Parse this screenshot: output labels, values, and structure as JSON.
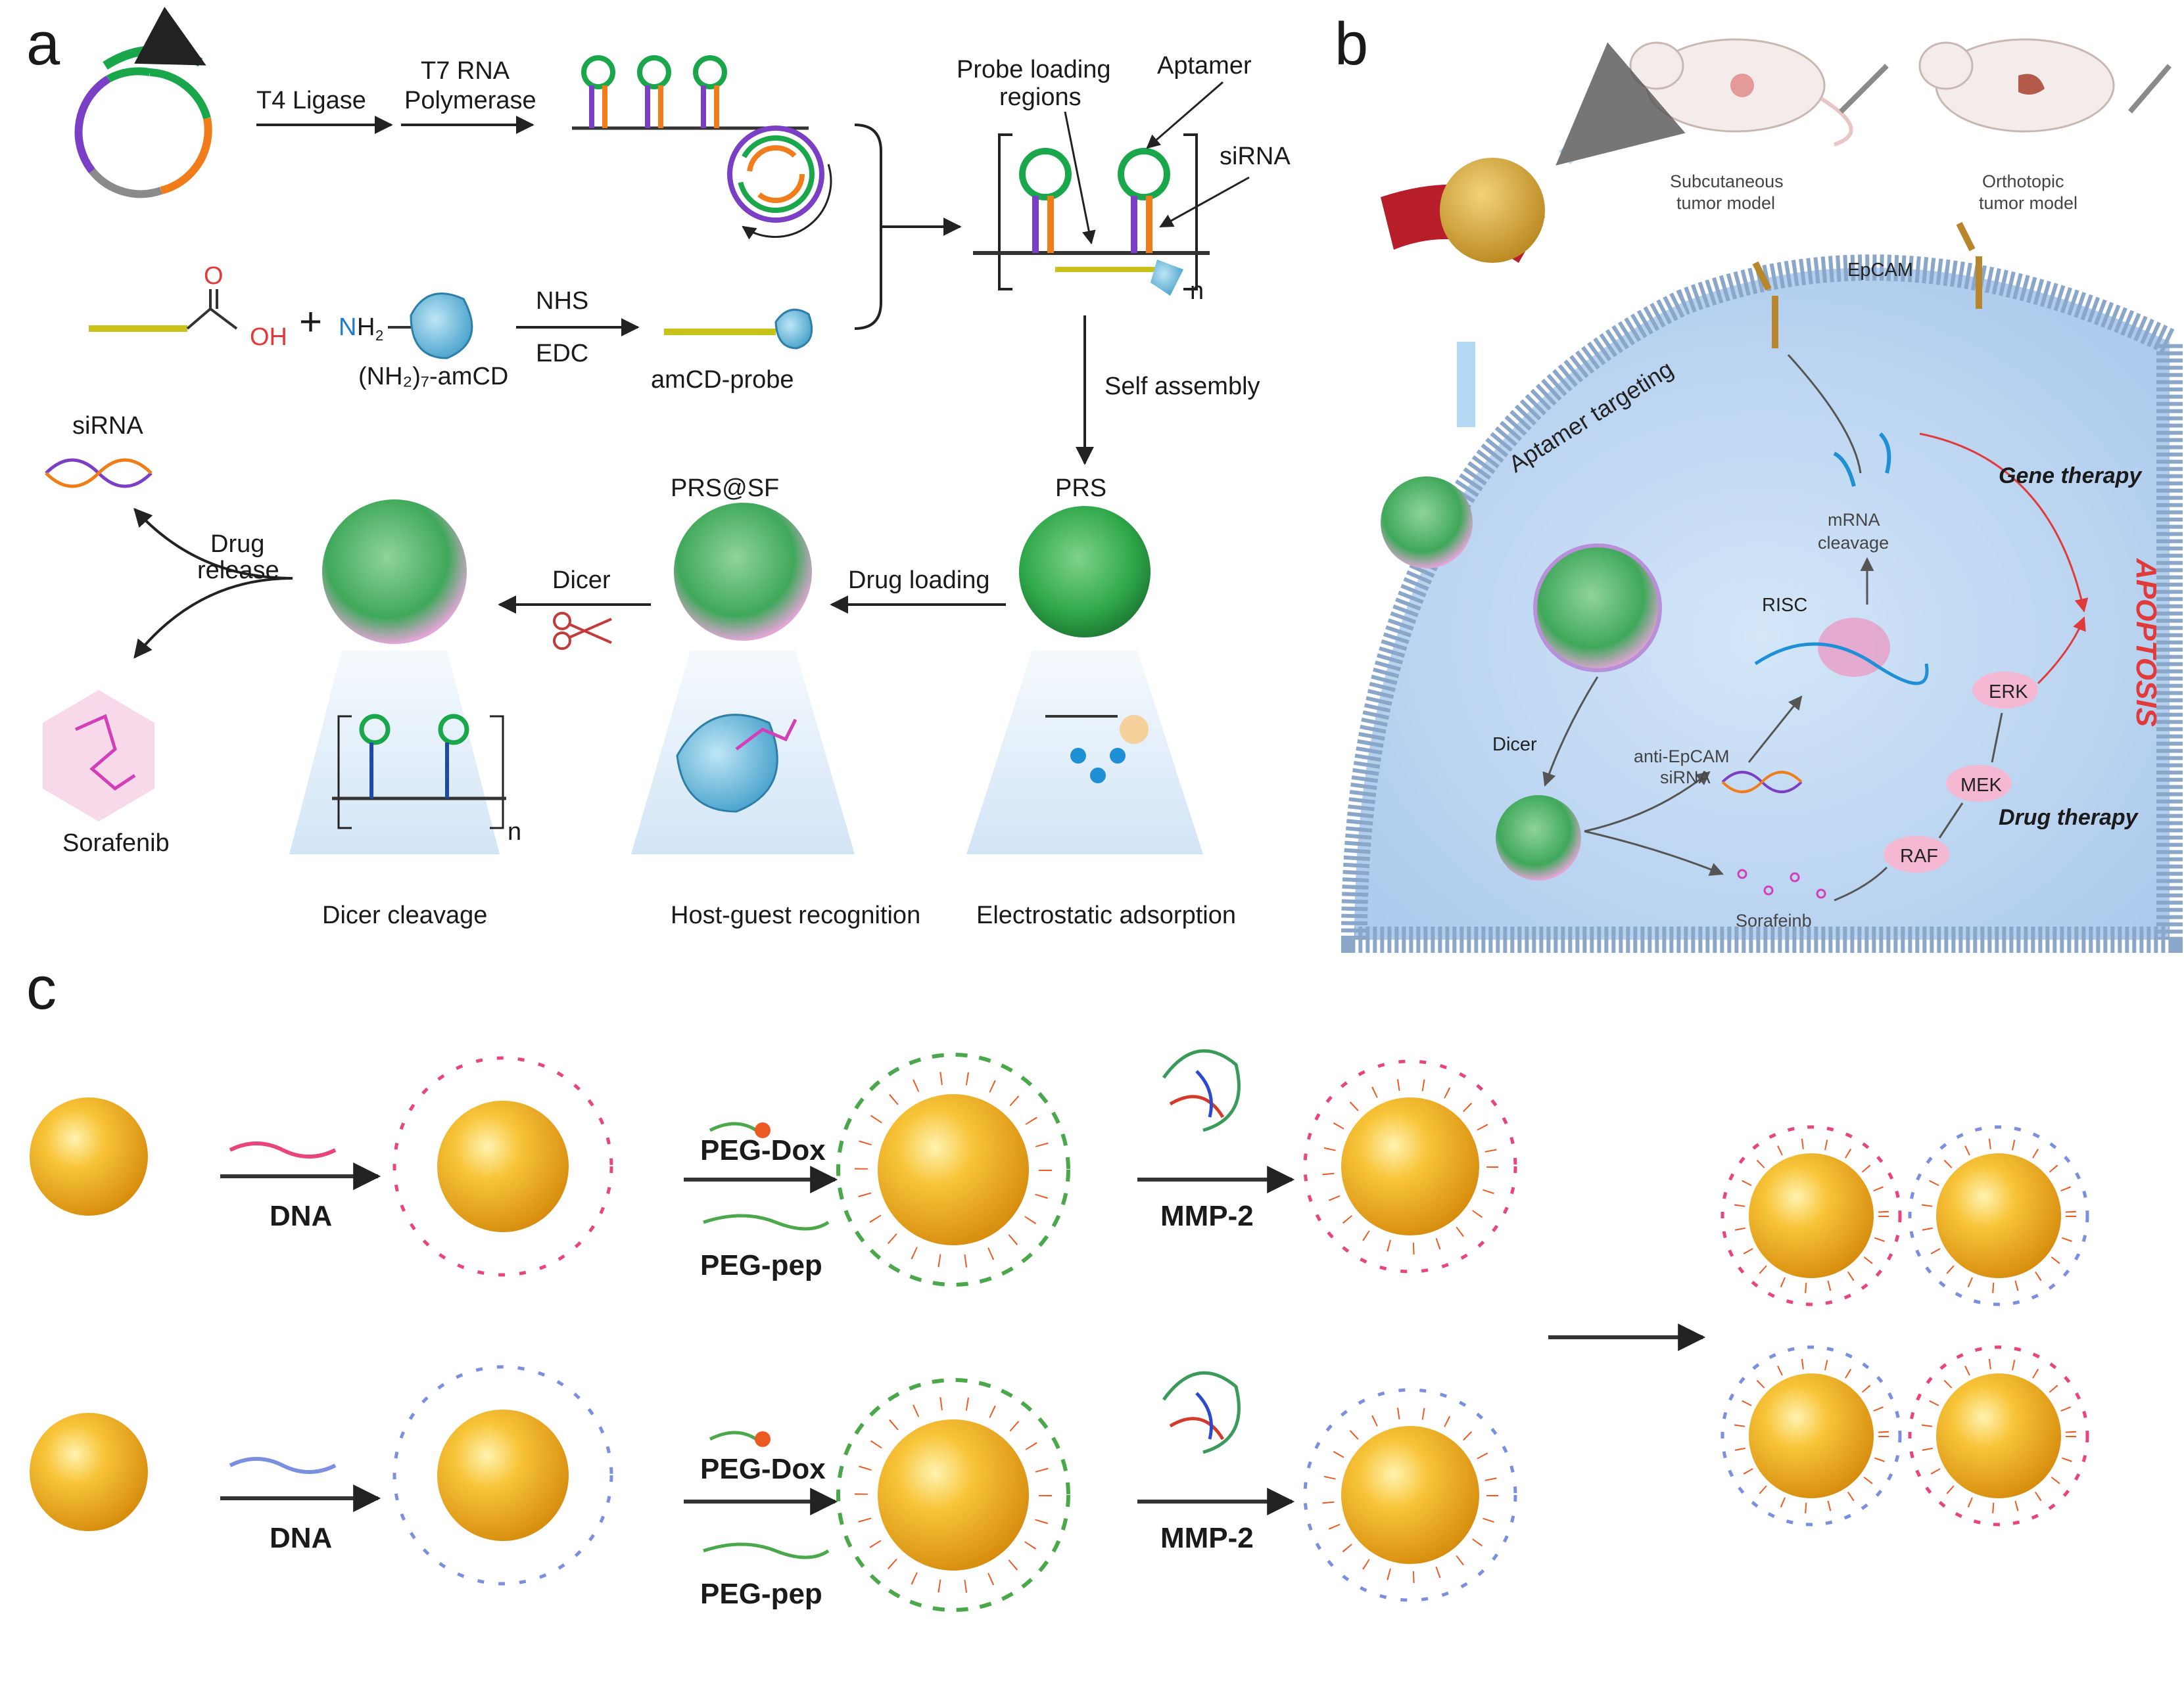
{
  "panels": {
    "a": {
      "label": "a",
      "t4_ligase": "T4 Ligase",
      "t7_line1": "T7 RNA",
      "t7_line2": "Polymerase",
      "probe_line1": "Probe loading",
      "probe_line2": "regions",
      "aptamer": "Aptamer",
      "sirna": "siRNA",
      "n": "n",
      "o_atom": "O",
      "oh": "OH",
      "plus": "+",
      "nh2_n": "N",
      "nh2_h": "H",
      "nh2_sub": "2",
      "amcd_reagent": "(NH₂)₇-amCD",
      "nhs": "NHS",
      "edc": "EDC",
      "amcd_probe": "amCD-probe",
      "self_assembly": "Self assembly",
      "prs": "PRS",
      "prs_sf": "PRS@SF",
      "drug_loading": "Drug loading",
      "dicer": "Dicer",
      "drug_release_1": "Drug",
      "drug_release_2": "release",
      "sirna_top": "siRNA",
      "sorafenib": "Sorafenib",
      "dicer_cleavage": "Dicer cleavage",
      "host_guest": "Host-guest recognition",
      "electrostatic": "Electrostatic adsorption"
    },
    "b": {
      "label": "b",
      "subcutaneous_1": "Subcutaneous",
      "subcutaneous_2": "tumor model",
      "orthotopic_1": "Orthotopic",
      "orthotopic_2": "tumor model",
      "epcam": "EpCAM",
      "aptamer_targeting": "Aptamer targeting",
      "gene_therapy": "Gene therapy",
      "mrna_1": "mRNA",
      "mrna_2": "cleavage",
      "risc": "RISC",
      "apoptosis": "APOPTOSIS",
      "erk": "ERK",
      "mek": "MEK",
      "raf": "RAF",
      "drug_therapy": "Drug therapy",
      "dicer": "Dicer",
      "anti_1": "anti-EpCAM",
      "anti_2": "siRNA",
      "sorafenib": "Sorafeinb"
    },
    "c": {
      "label": "c",
      "dna_top": "DNA",
      "dna_bottom": "DNA",
      "peg_dox_top": "PEG-Dox",
      "peg_pep_top": "PEG-pep",
      "peg_dox_bottom": "PEG-Dox",
      "peg_pep_bottom": "PEG-pep",
      "mmp2_top": "MMP-2",
      "mmp2_bottom": "MMP-2"
    }
  },
  "colors": {
    "text": "#1a1a1a",
    "green_hairpin": "#1aa64a",
    "orange_strand": "#f07d1a",
    "purple_strand": "#7a3fc4",
    "yellow_probe": "#c9c21a",
    "cd_blue": "#5fb8dc",
    "nanoparticle_green": "#2fa84a",
    "nanoparticle_pink": "#e7a0d8",
    "sorafenib_magenta": "#d23fb8",
    "cell_blue": "#bcd7f2",
    "membrane": "#8aa6c8",
    "apoptosis_red": "#e03a3a",
    "pathway_pink": "#f4b8d2",
    "gold": "#f3b21e",
    "dna_pink": "#e8457a",
    "dna_blue": "#7b8fe0",
    "peg_green": "#4aa84a",
    "dox_orange": "#ec5a24",
    "arrow": "#333333"
  }
}
